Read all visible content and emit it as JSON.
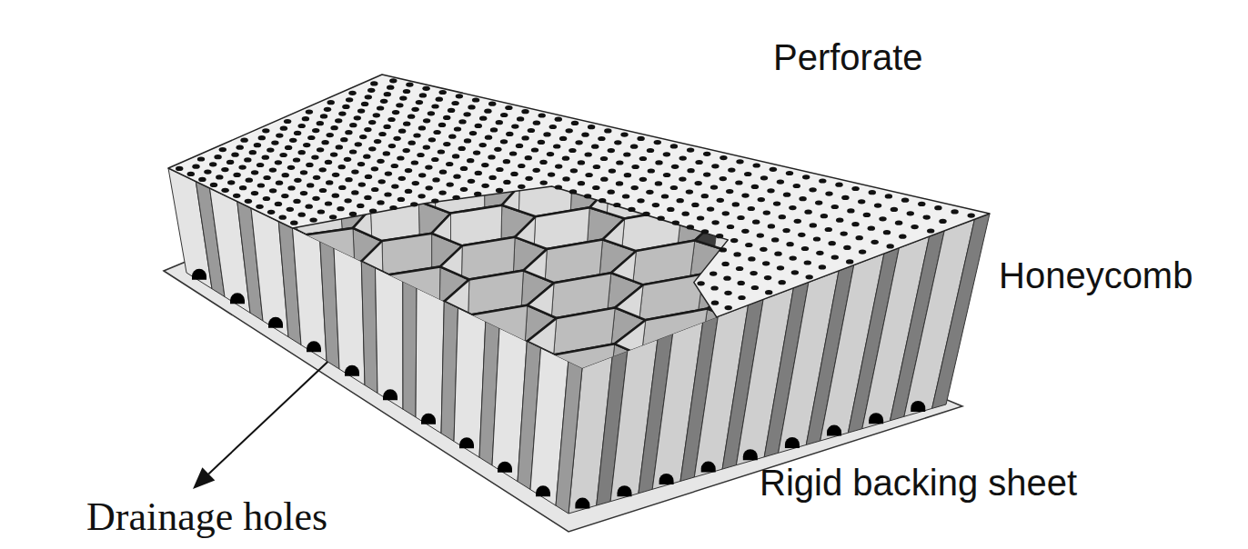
{
  "diagram": {
    "labels": [
      "Perforate",
      "Honeycomb",
      "Rigid backing sheet",
      "Drainage holes"
    ]
  }
}
